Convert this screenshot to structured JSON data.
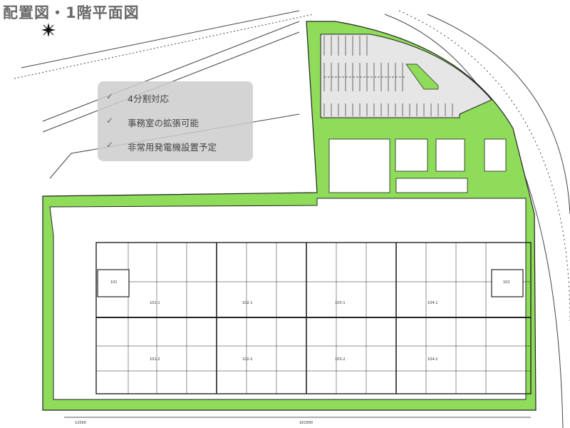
{
  "title": "配置図・1階平面図",
  "features": [
    {
      "icon": "check-icon",
      "label": "4分割対応"
    },
    {
      "icon": "check-icon",
      "label": "事務室の拡張可能"
    },
    {
      "icon": "check-icon",
      "label": "非常用発電機設置予定"
    }
  ],
  "units": {
    "row1": [
      "101-1",
      "102-1",
      "103-1",
      "104-1"
    ],
    "row2": [
      "101-2",
      "102-2",
      "103-2",
      "104-2"
    ],
    "end_left": "101",
    "end_right": "102"
  },
  "dimensions": {
    "left": "12000",
    "total": "161900"
  },
  "colors": {
    "green": "#8fdc5a",
    "line": "#222222",
    "parking": "#e6e6e6",
    "title": "#6a6a6a"
  }
}
